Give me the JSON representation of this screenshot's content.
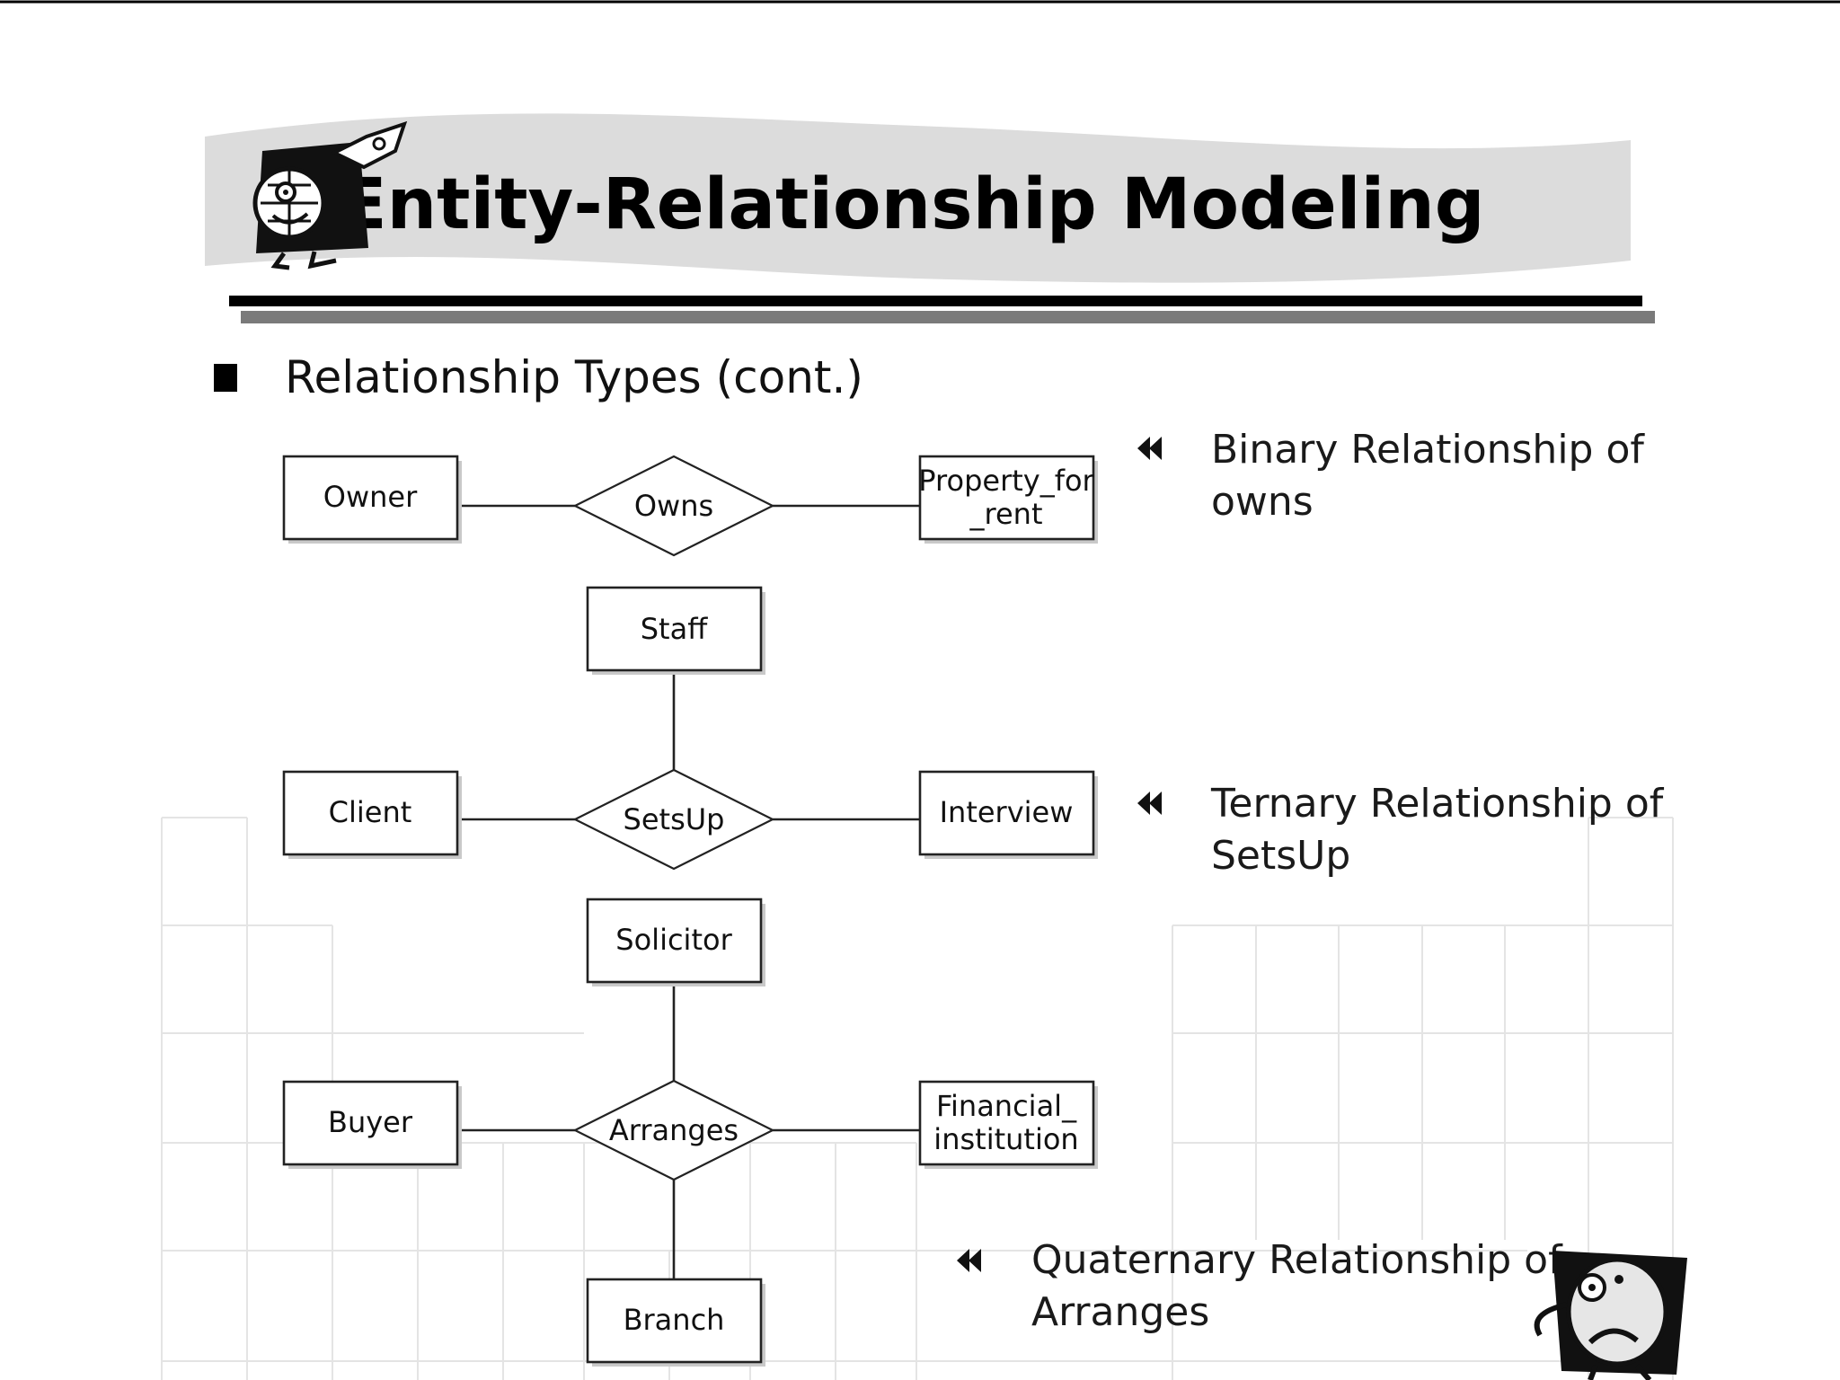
{
  "header": {
    "title": "Entity-Relationship Modeling"
  },
  "section": {
    "bullet_label": "Relationship Types (cont.)"
  },
  "diagrams": {
    "binary": {
      "left": "Owner",
      "relationship": "Owns",
      "right_line1": "Property_for",
      "right_line2": "_rent",
      "caption_line1": "Binary Relationship of",
      "caption_line2": "owns"
    },
    "ternary": {
      "top": "Staff",
      "left": "Client",
      "relationship": "SetsUp",
      "right": "Interview",
      "caption_line1": "Ternary Relationship of",
      "caption_line2": "SetsUp"
    },
    "quaternary": {
      "top": "Solicitor",
      "left": "Buyer",
      "relationship": "Arranges",
      "right_line1": "Financial_",
      "right_line2": "institution",
      "bottom": "Branch",
      "caption_line1": "Quaternary Relationship of",
      "caption_line2": "Arranges"
    }
  },
  "icons": {
    "header_mascot": "globe-rocket-mascot-icon",
    "footer_mascot": "sad-face-mascot-icon",
    "caption_marker": "double-left-arrow-icon"
  },
  "colors": {
    "banner": "#dddddd",
    "rule_dark": "#000000",
    "rule_grey": "#7a7a7a",
    "ink": "#111111"
  }
}
